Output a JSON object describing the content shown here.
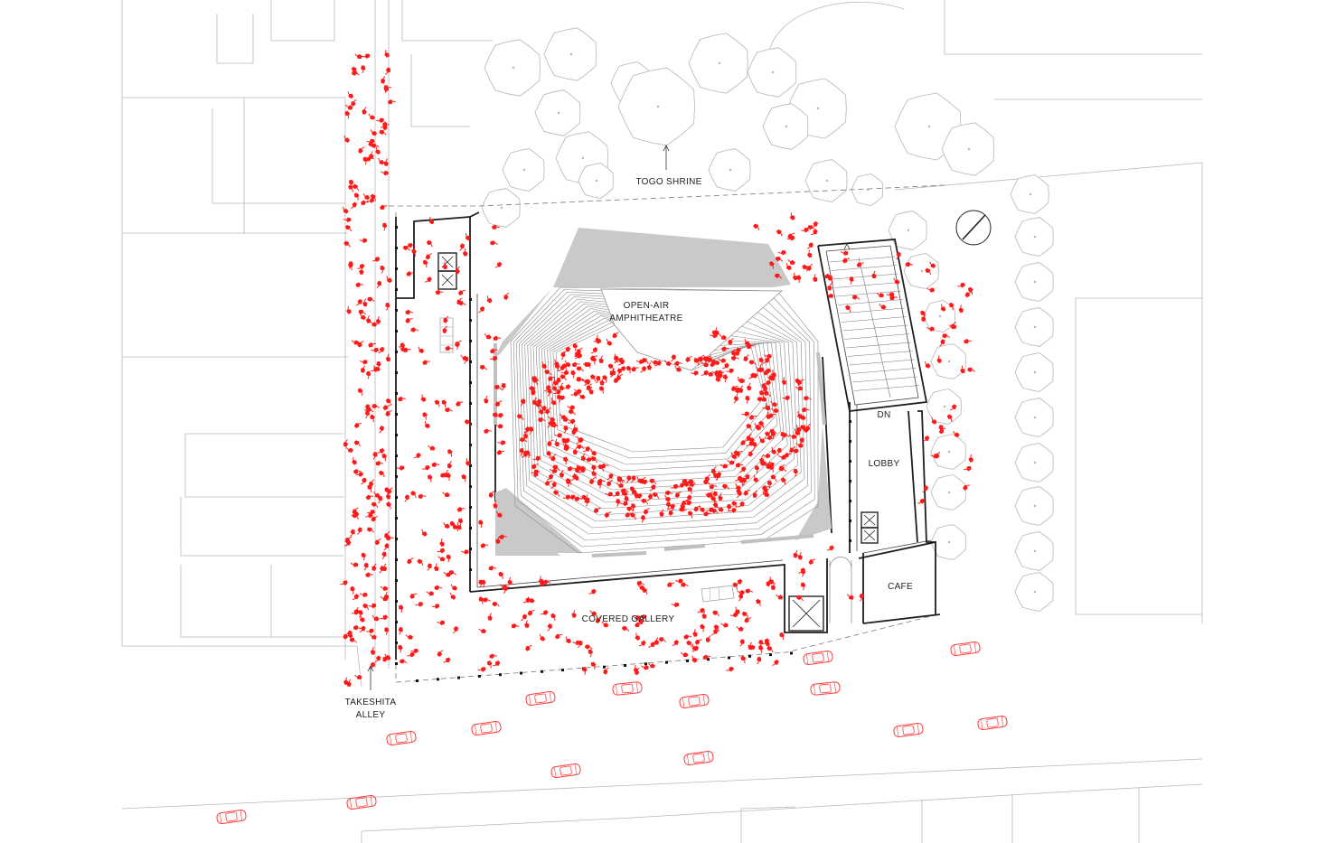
{
  "labels": {
    "togo_shrine": "TOGO SHRINE",
    "amphitheatre_line1": "OPEN-AIR",
    "amphitheatre_line2": "AMPHITHEATRE",
    "dn": "DN",
    "lobby": "LOBBY",
    "cafe": "CAFE",
    "covered_gallery": "COVERED GALLERY",
    "takeshita_line1": "TAKESHITA",
    "takeshita_line2": "ALLEY"
  },
  "colors": {
    "people": "#ff1a1a",
    "cars": "#ff3b3b",
    "walls": "#1e1e1e",
    "context": "#b9b9b9",
    "seating_fill": "#c9c9c9"
  },
  "icons": [
    "north-arrow-icon",
    "tree-icon",
    "person-icon",
    "car-icon",
    "elevator-icon",
    "stair-icon"
  ]
}
